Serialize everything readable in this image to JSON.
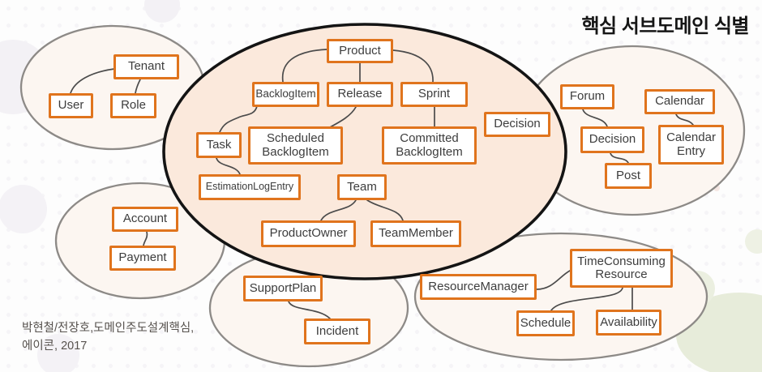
{
  "title": "핵심 서브도메인 식별",
  "citation": {
    "line1": "박현철/전장호,도메인주도설계핵심,",
    "line2": "에이콘, 2017"
  },
  "colors": {
    "box_border": "#e0741d",
    "box_fill": "#ffffff",
    "box_text": "#3d3d3d",
    "core_ellipse_fill": "#fbe9dc",
    "core_ellipse_stroke": "#141414",
    "group_ellipse_fill": "#fcf6f1",
    "group_ellipse_stroke": "#8d8a87",
    "connector": "#4b4b4b",
    "title_color": "#151515",
    "citation_color": "#57524e"
  },
  "nodes": {
    "tenant": "Tenant",
    "user": "User",
    "role": "Role",
    "product": "Product",
    "backlog_item": "BacklogItem",
    "release": "Release",
    "sprint": "Sprint",
    "decision_core": "Decision",
    "scheduled_backlog_item": "Scheduled BacklogItem",
    "committed_backlog_item": "Committed BacklogItem",
    "task": "Task",
    "estimation_log_entry": "EstimationLogEntry",
    "team": "Team",
    "product_owner": "ProductOwner",
    "team_member": "TeamMember",
    "forum": "Forum",
    "calendar": "Calendar",
    "decision_collab": "Decision",
    "calendar_entry": "Calendar Entry",
    "post": "Post",
    "account": "Account",
    "payment": "Payment",
    "support_plan": "SupportPlan",
    "incident": "Incident",
    "resource_manager": "ResourceManager",
    "time_consuming_resource": "TimeConsuming Resource",
    "schedule": "Schedule",
    "availability": "Availability"
  }
}
